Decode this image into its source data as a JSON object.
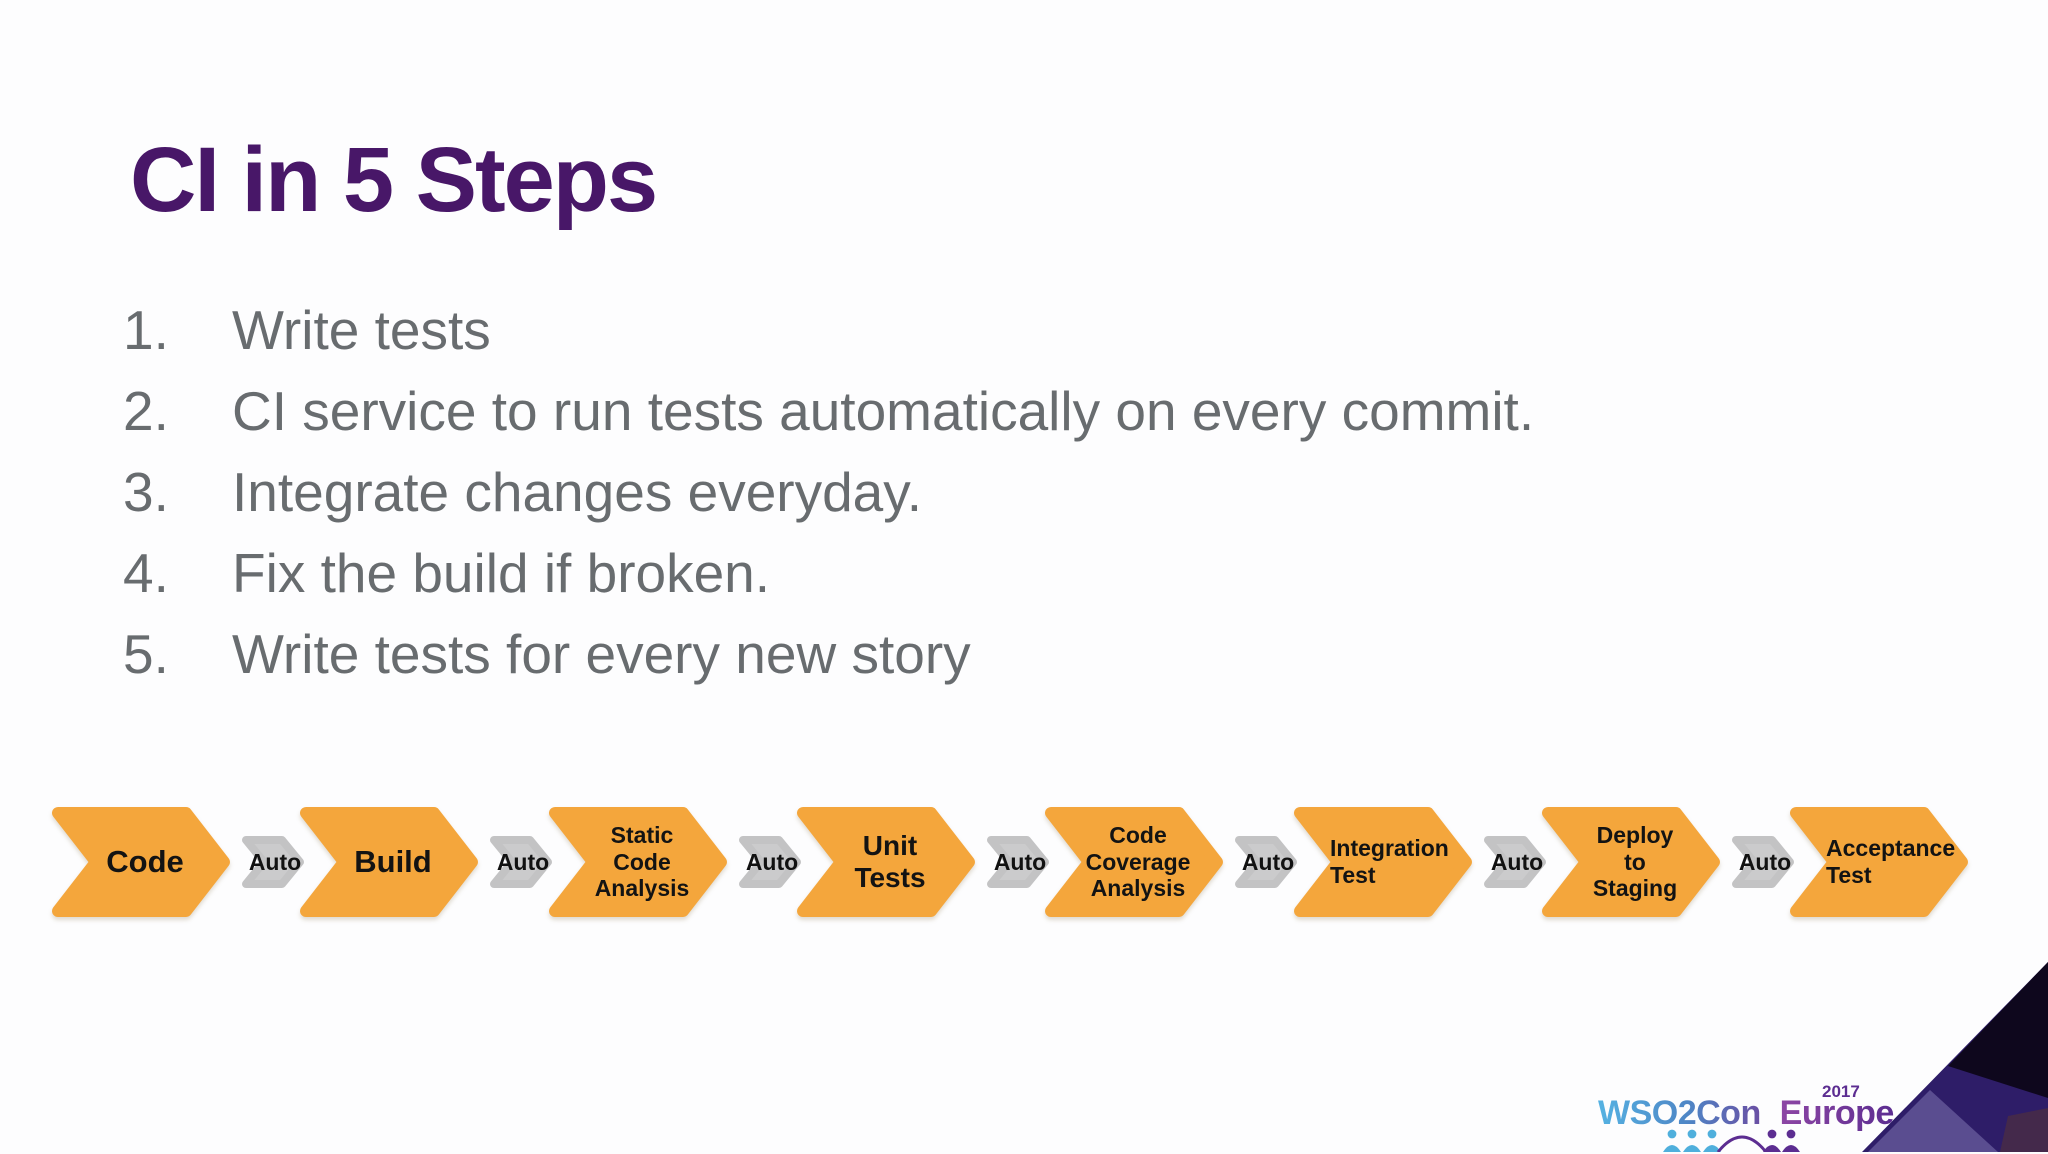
{
  "title": "CI in 5 Steps",
  "steps": [
    {
      "num": "1.",
      "text": "Write tests"
    },
    {
      "num": "2.",
      "text": "CI service to run tests automatically on every commit."
    },
    {
      "num": "3.",
      "text": "Integrate changes everyday."
    },
    {
      "num": "4.",
      "text": "Fix the build if broken."
    },
    {
      "num": "5.",
      "text": "Write tests for every new story"
    }
  ],
  "pipeline": {
    "connector_label": "Auto",
    "stages": [
      {
        "label": "Code"
      },
      {
        "label": "Build"
      },
      {
        "label": "Static\nCode\nAnalysis"
      },
      {
        "label": "Unit\nTests"
      },
      {
        "label": "Code\nCoverage\nAnalysis"
      },
      {
        "label": "Integration\nTest"
      },
      {
        "label": "Deploy\nto\nStaging"
      },
      {
        "label": "Acceptance\nTest"
      }
    ]
  },
  "footer": {
    "logo": {
      "brand": "WSO2Con",
      "region": "Europe",
      "year": "2017"
    }
  },
  "colors": {
    "title_purple": "#481768",
    "body_text_gray": "#686c6f",
    "stage_orange": "#f4a63c",
    "connector_gray": "#cbcbcc",
    "label_black": "#131313",
    "logo_blue": "#55b2e2",
    "logo_purple": "#5c2d91",
    "corner_indigo": "#2e1d68",
    "corner_black": "#0e071d",
    "corner_light_purple": "#5a4d90",
    "corner_maroon": "#44294b"
  }
}
